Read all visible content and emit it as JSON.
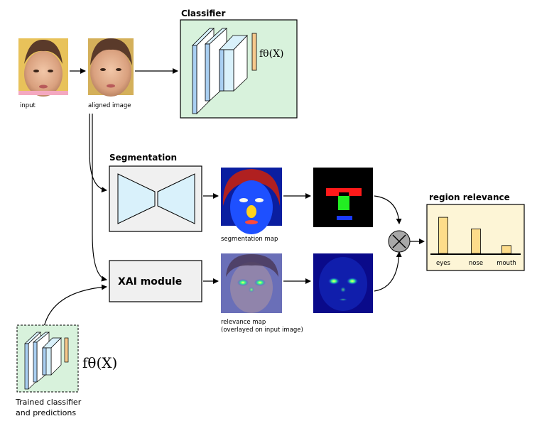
{
  "labels": {
    "input": "input",
    "aligned": "aligned image",
    "classifier_title": "Classifier",
    "classifier_func": "fθ(X)",
    "segmentation_title": "Segmentation",
    "seg_map": "segmentation map",
    "xai_module": "XAI module",
    "relevance_map_line1": "relevance map",
    "relevance_map_line2": "(overlayed on input image)",
    "region_relevance_title": "region relevance",
    "trained_line1": "Trained classifier",
    "trained_line2": "and predictions",
    "trained_func": "fθ(X)"
  },
  "chart_data": {
    "type": "bar",
    "title": "region relevance",
    "categories": [
      "eyes",
      "nose",
      "mouth"
    ],
    "values": [
      1.0,
      0.68,
      0.22
    ],
    "ylim": [
      0,
      1.1
    ],
    "xlabel": "",
    "ylabel": "",
    "grid": false,
    "colors": {
      "bar": "#fddc8a",
      "background": "#fdf5d6"
    }
  },
  "colors": {
    "classifier_bg": "#d8f2dc",
    "block_blue": "#a9cff2",
    "block_light": "#d9f1fb",
    "output_orange": "#f6c98c",
    "module_bg": "#f0f0f0"
  }
}
